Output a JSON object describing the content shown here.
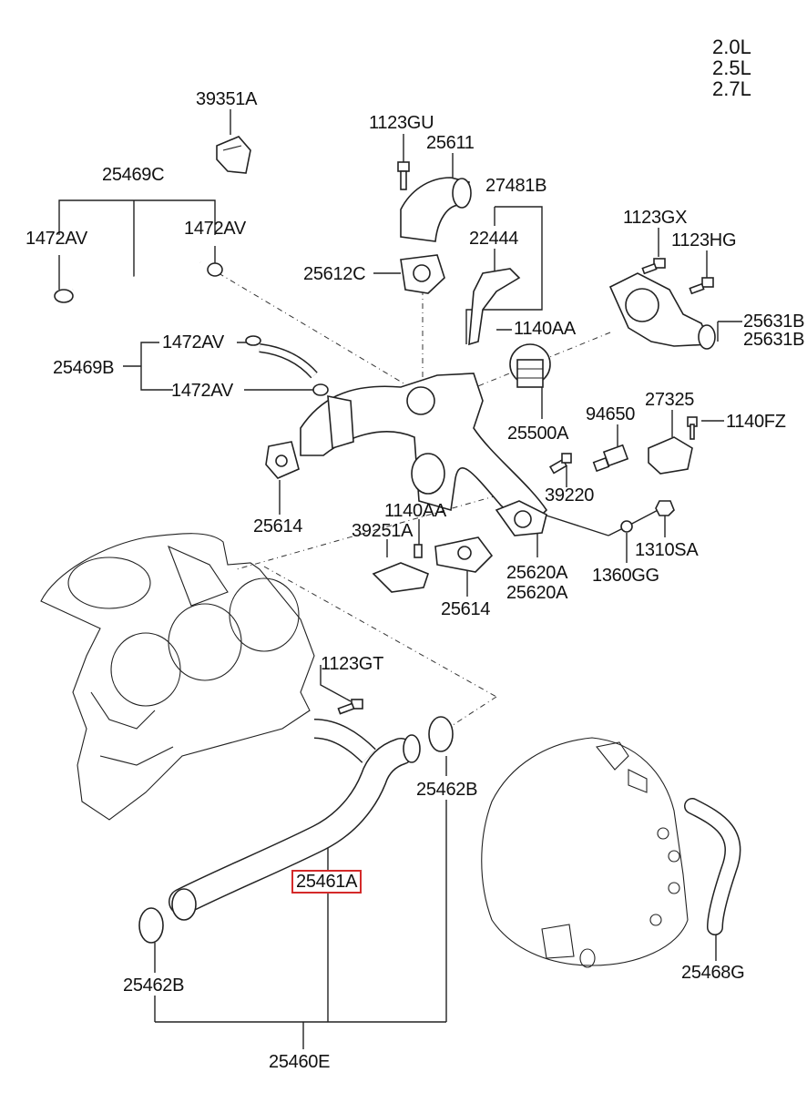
{
  "engine_sizes": [
    "2.0L",
    "2.5L",
    "2.7L"
  ],
  "parts": {
    "p39351A": "39351A",
    "p1123GU": "1123GU",
    "p25611": "25611",
    "p25469C": "25469C",
    "p27481B": "27481B",
    "p1472AV_a": "1472AV",
    "p1472AV_b": "1472AV",
    "p22444": "22444",
    "p1123GX": "1123GX",
    "p1123HG": "1123HG",
    "p25612C": "25612C",
    "p1140AA_a": "1140AA",
    "p25631B_a": "25631B",
    "p25631B_b": "25631B",
    "p1472AV_c": "1472AV",
    "p25469B": "25469B",
    "p1472AV_d": "1472AV",
    "p25500A": "25500A",
    "p94650": "94650",
    "p27325": "27325",
    "p1140FZ": "1140FZ",
    "p39220": "39220",
    "p25614_a": "25614",
    "p1140AA_b": "1140AA",
    "p39251A": "39251A",
    "p1310SA": "1310SA",
    "p25620A_a": "25620A",
    "p25620A_b": "25620A",
    "p1360GG": "1360GG",
    "p25614_b": "25614",
    "p1123GT": "1123GT",
    "p25462B_a": "25462B",
    "p25461A": "25461A",
    "p25462B_b": "25462B",
    "p25468G": "25468G",
    "p25460E": "25460E"
  },
  "highlight_color": "#d42a2a"
}
